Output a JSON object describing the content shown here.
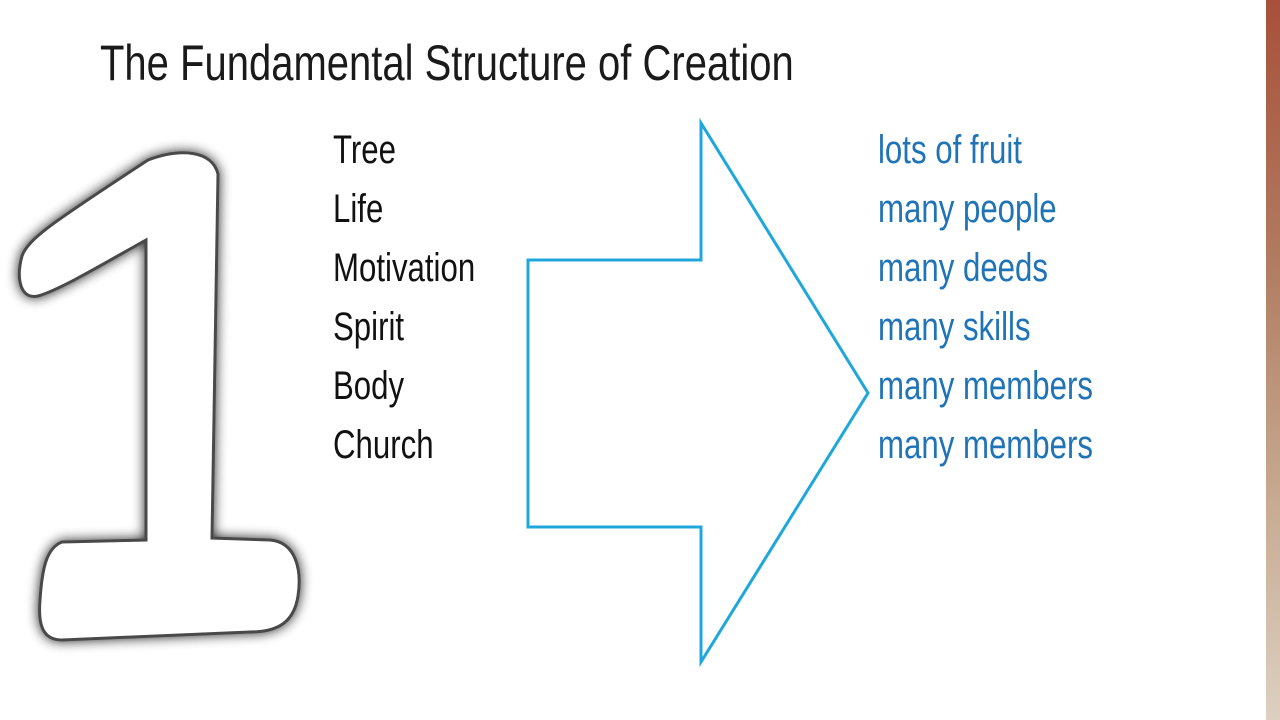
{
  "slide": {
    "title": "The Fundamental Structure of Creation",
    "numeral": "1",
    "left_items": [
      "Tree",
      "Life",
      "Motivation",
      "Spirit",
      "Body",
      "Church"
    ],
    "right_items": [
      "lots of fruit",
      "many people",
      "many deeds",
      "many skills",
      "many members",
      "many members"
    ]
  },
  "colors": {
    "arrow_stroke": "#1fa7dc",
    "right_text": "#1f73b7",
    "left_text": "#111111",
    "side_accent": "#a8503a"
  },
  "icons": {
    "arrow": "right-arrow-outline-icon",
    "numeral": "number-one-graphic"
  }
}
